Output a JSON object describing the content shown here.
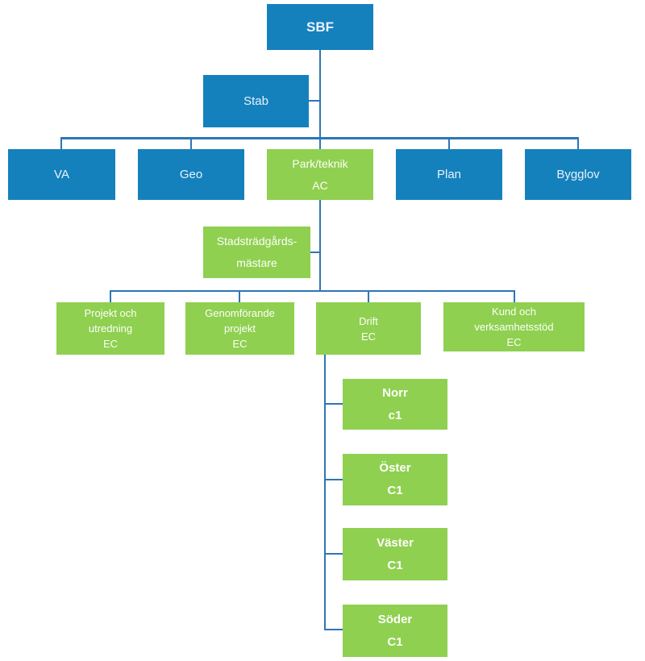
{
  "palette": {
    "box_blue": "#1581bc",
    "box_green": "#8fd050",
    "connector_blue": "#2e75b6",
    "text_on_blue": "#e8f2fa",
    "text_on_green": "#fdfefb"
  },
  "nodes": {
    "sbf": {
      "l1": "SBF"
    },
    "stab": {
      "l1": "Stab"
    },
    "va": {
      "l1": "VA"
    },
    "geo": {
      "l1": "Geo"
    },
    "park_teknik": {
      "l1": "Park/teknik",
      "l2": "AC"
    },
    "plan": {
      "l1": "Plan"
    },
    "bygglov": {
      "l1": "Bygglov"
    },
    "stadstradgardsmastare": {
      "l1": "Stadsträdgårds-",
      "l2": "mästare"
    },
    "projekt_och_utredning": {
      "l1": "Projekt och",
      "l2": "utredning",
      "l3": "EC"
    },
    "genomforande_projekt": {
      "l1": "Genomförande",
      "l2": "projekt",
      "l3": "EC"
    },
    "drift": {
      "l1": "Drift",
      "l2": "EC"
    },
    "kund_och_verksamhetsstod": {
      "l1": "Kund och",
      "l2": "verksamhetsstöd",
      "l3": "EC"
    },
    "norr": {
      "l1": "Norr",
      "l2": "c1"
    },
    "oster": {
      "l1": "Öster",
      "l2": "C1"
    },
    "vaster": {
      "l1": "Väster",
      "l2": "C1"
    },
    "soder": {
      "l1": "Söder",
      "l2": "C1"
    }
  },
  "edges": [
    {
      "parent": "SBF",
      "child": "Stab",
      "type": "assistant"
    },
    {
      "parent": "SBF",
      "child": "VA"
    },
    {
      "parent": "SBF",
      "child": "Geo"
    },
    {
      "parent": "SBF",
      "child": "Park/teknik AC"
    },
    {
      "parent": "SBF",
      "child": "Plan"
    },
    {
      "parent": "SBF",
      "child": "Bygglov"
    },
    {
      "parent": "Park/teknik AC",
      "child": "Stadsträdgårdsmästare",
      "type": "assistant"
    },
    {
      "parent": "Park/teknik AC",
      "child": "Projekt och utredning EC"
    },
    {
      "parent": "Park/teknik AC",
      "child": "Genomförande projekt EC"
    },
    {
      "parent": "Park/teknik AC",
      "child": "Drift EC"
    },
    {
      "parent": "Park/teknik AC",
      "child": "Kund och verksamhetsstöd EC"
    },
    {
      "parent": "Drift EC",
      "child": "Norr c1"
    },
    {
      "parent": "Drift EC",
      "child": "Öster C1"
    },
    {
      "parent": "Drift EC",
      "child": "Väster C1"
    },
    {
      "parent": "Drift EC",
      "child": "Söder C1"
    }
  ]
}
